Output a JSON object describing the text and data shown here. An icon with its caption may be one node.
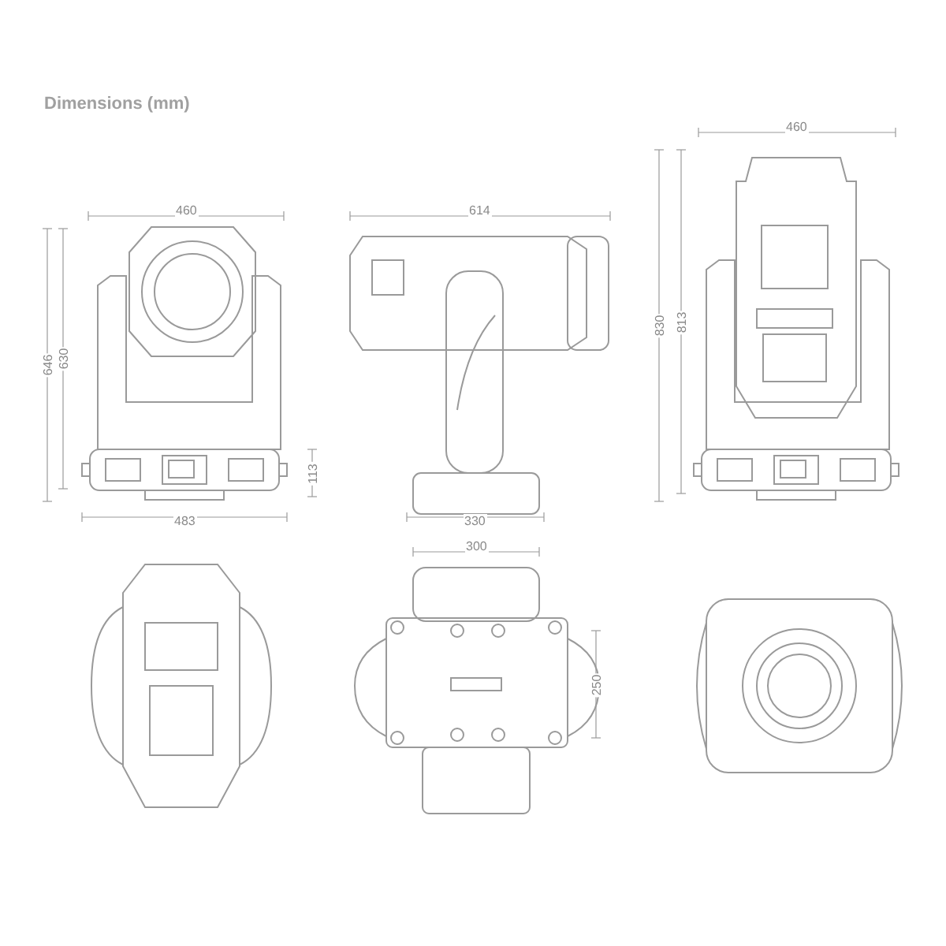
{
  "diagram": {
    "title": "Dimensions (mm)",
    "labels": [
      "460",
      "646",
      "630",
      "113",
      "483",
      "614",
      "330",
      "460",
      "830",
      "813",
      "300",
      "250"
    ]
  }
}
